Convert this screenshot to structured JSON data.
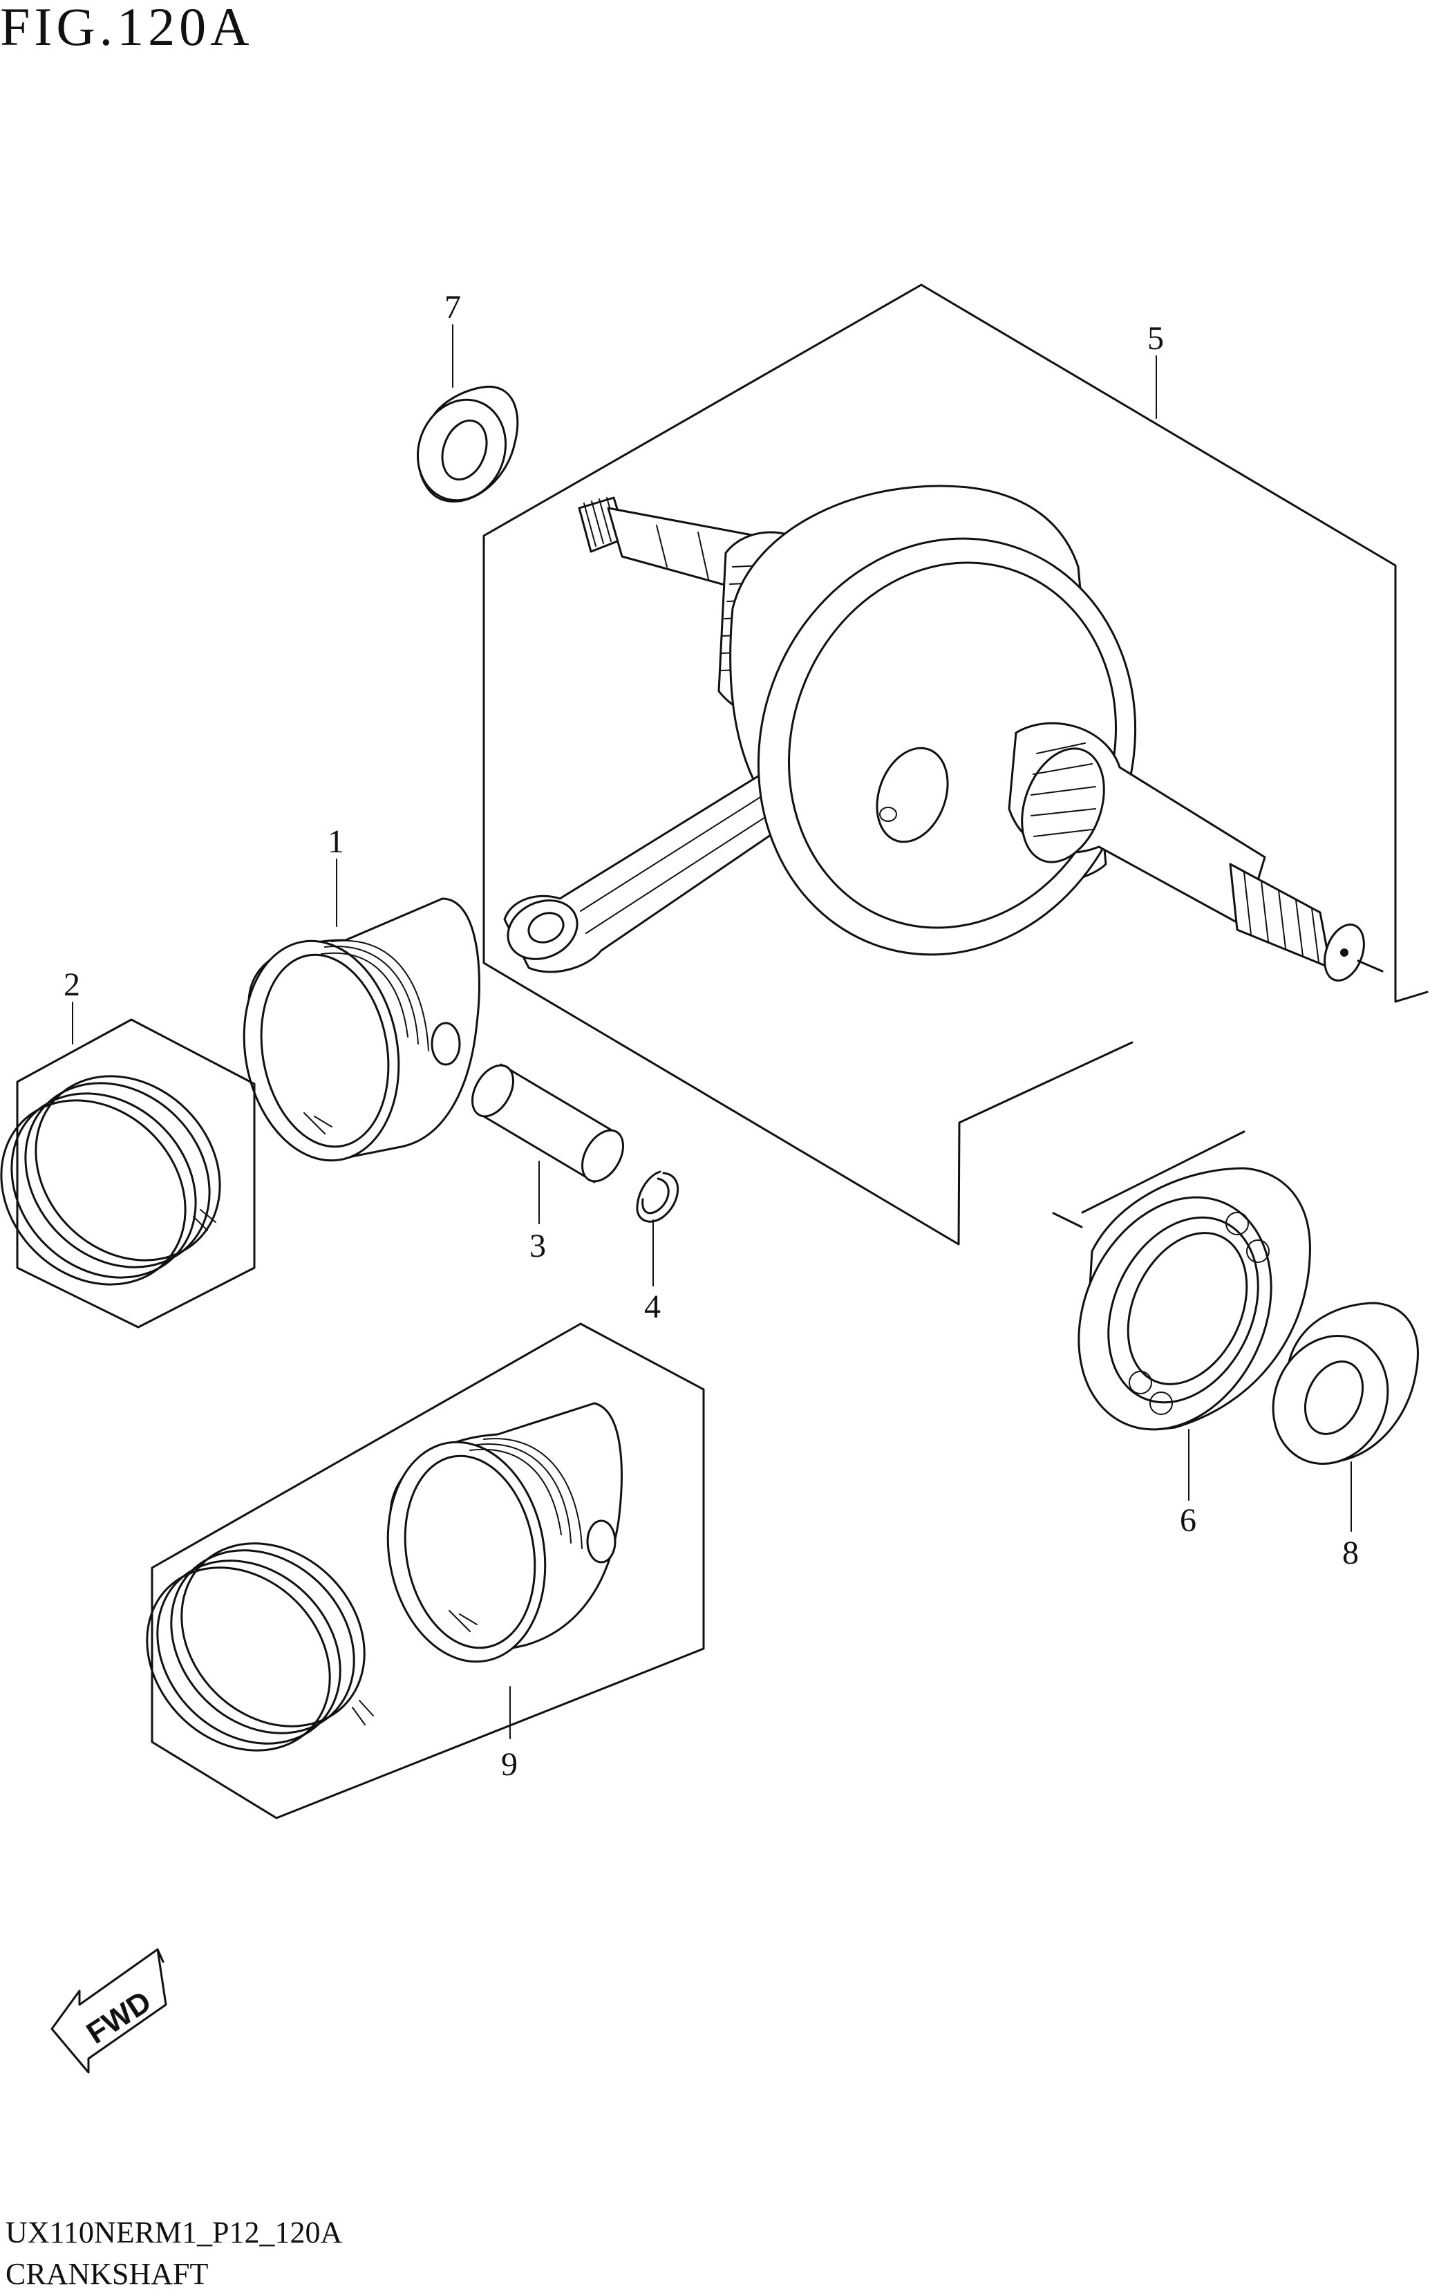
{
  "figure": {
    "title": "FIG.120A",
    "code": "UX110NERM1_P12_120A",
    "name": "CRANKSHAFT"
  },
  "fwd_label": "FWD",
  "callouts": [
    {
      "id": "1",
      "label": "1"
    },
    {
      "id": "2",
      "label": "2"
    },
    {
      "id": "3",
      "label": "3"
    },
    {
      "id": "4",
      "label": "4"
    },
    {
      "id": "5",
      "label": "5"
    },
    {
      "id": "6",
      "label": "6"
    },
    {
      "id": "7",
      "label": "7"
    },
    {
      "id": "8",
      "label": "8"
    },
    {
      "id": "9",
      "label": "9"
    }
  ]
}
